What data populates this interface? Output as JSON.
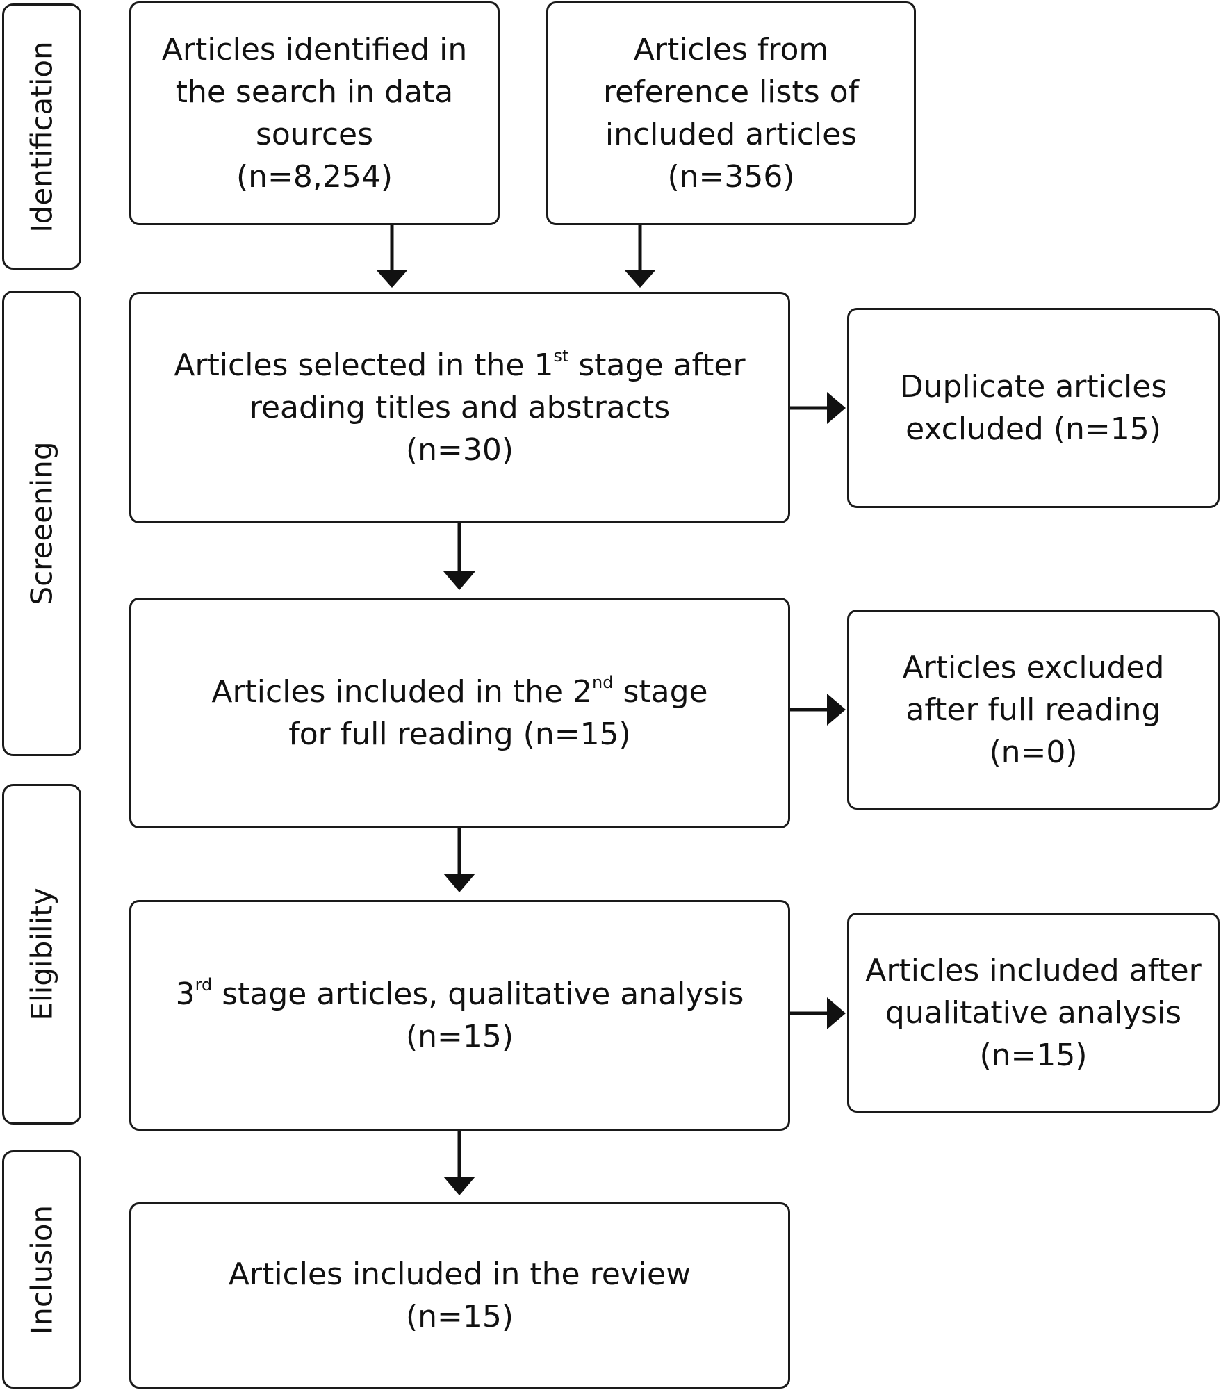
{
  "phases": {
    "identification": "Identification",
    "screening": "Screeening",
    "eligibility": "Eligibility",
    "inclusion": "Inclusion"
  },
  "boxes": {
    "search_sources": {
      "lines": [
        "Articles identified in",
        "the search in data",
        "sources",
        "(n=8,254)"
      ]
    },
    "reference_lists": {
      "lines": [
        "Articles from",
        "reference lists of",
        "included articles",
        "(n=356)"
      ]
    },
    "stage1": {
      "line1_pre": "Articles selected in the 1",
      "line1_sup": "st",
      "line1_post": " stage after",
      "line2": "reading titles and abstracts",
      "line3": "(n=30)"
    },
    "duplicates": {
      "lines": [
        "Duplicate articles",
        "excluded (n=15)"
      ]
    },
    "stage2": {
      "line1_pre": "Articles included in the 2",
      "line1_sup": "nd",
      "line1_post": " stage",
      "line2": "for full reading (n=15)"
    },
    "excluded_full": {
      "lines": [
        "Articles excluded",
        "after full reading",
        "(n=0)"
      ]
    },
    "stage3": {
      "line1_pre": "3",
      "line1_sup": "rd",
      "line1_post": " stage articles, qualitative analysis",
      "line2": "(n=15)"
    },
    "included_qualitative": {
      "lines": [
        "Articles included after",
        "qualitative analysis",
        "(n=15)"
      ]
    },
    "review": {
      "lines": [
        "Articles included in the review",
        "(n=15)"
      ]
    }
  }
}
